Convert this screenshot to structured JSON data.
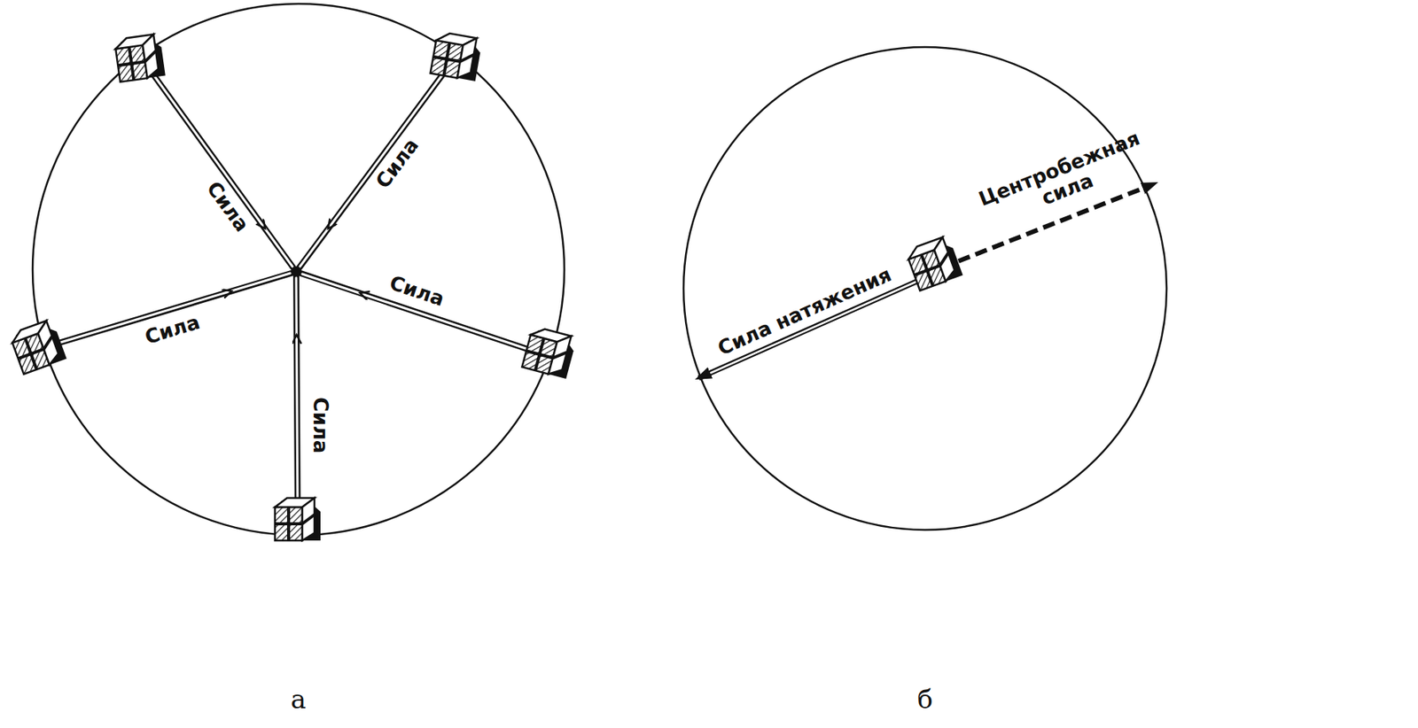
{
  "diagram": {
    "labels": [
      "Сила",
      "Сила",
      "Сила",
      "Сила",
      "Сила",
      "Сила натяжения",
      "Центробежная сила",
      "а",
      "б"
    ]
  }
}
